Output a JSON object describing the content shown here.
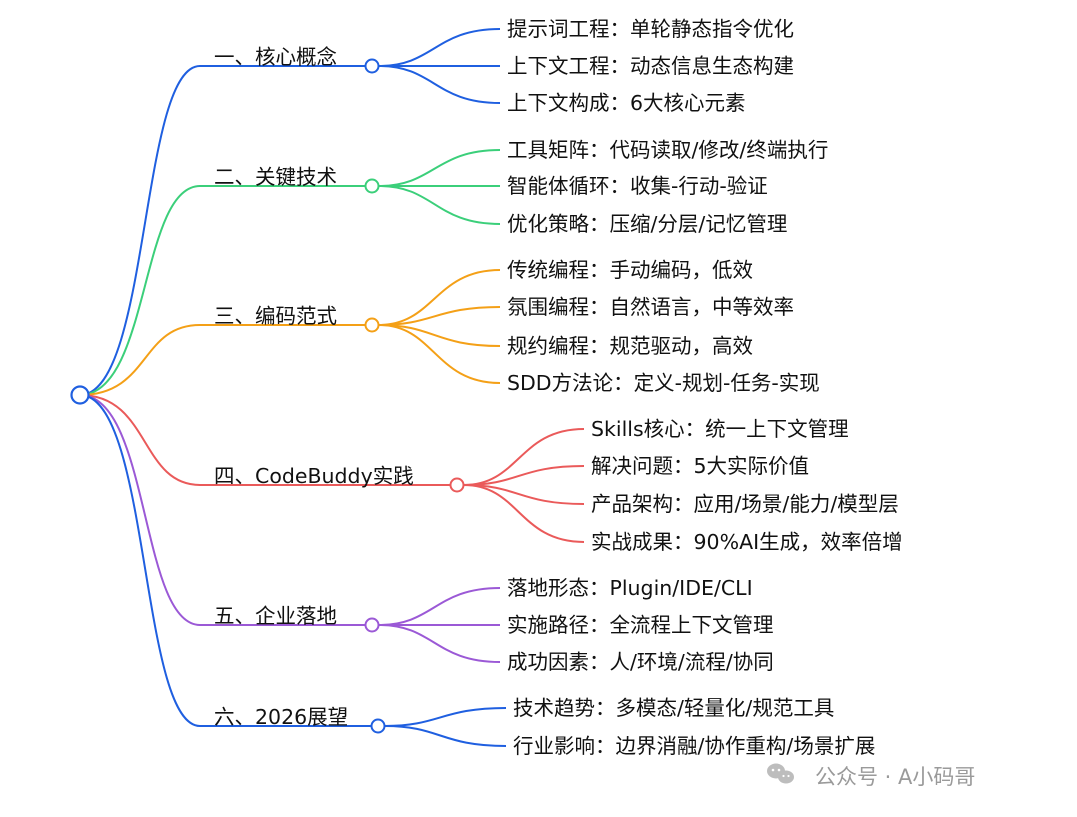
{
  "colors": {
    "blue": "#1f5fe0",
    "green": "#3bcf7a",
    "orange": "#f4a017",
    "red": "#ea5a5a",
    "purple": "#9b59d6",
    "text": "#111111",
    "watermark": "#9a9a9a"
  },
  "branches": [
    {
      "label": "一、核心概念",
      "color": "#1f5fe0",
      "children": [
        {
          "label": "提示词工程：单轮静态指令优化"
        },
        {
          "label": "上下文工程：动态信息生态构建"
        },
        {
          "label": "上下文构成：6大核心元素"
        }
      ]
    },
    {
      "label": "二、关键技术",
      "color": "#3bcf7a",
      "children": [
        {
          "label": "工具矩阵：代码读取/修改/终端执行"
        },
        {
          "label": "智能体循环：收集-行动-验证"
        },
        {
          "label": "优化策略：压缩/分层/记忆管理"
        }
      ]
    },
    {
      "label": "三、编码范式",
      "color": "#f4a017",
      "children": [
        {
          "label": "传统编程：手动编码，低效"
        },
        {
          "label": "氛围编程：自然语言，中等效率"
        },
        {
          "label": "规约编程：规范驱动，高效"
        },
        {
          "label": "SDD方法论：定义-规划-任务-实现"
        }
      ]
    },
    {
      "label": "四、CodeBuddy实践",
      "color": "#ea5a5a",
      "children": [
        {
          "label": "Skills核心：统一上下文管理"
        },
        {
          "label": "解决问题：5大实际价值"
        },
        {
          "label": "产品架构：应用/场景/能力/模型层"
        },
        {
          "label": "实战成果：90%AI生成，效率倍增"
        }
      ]
    },
    {
      "label": "五、企业落地",
      "color": "#9b59d6",
      "children": [
        {
          "label": "落地形态：Plugin/IDE/CLI"
        },
        {
          "label": "实施路径：全流程上下文管理"
        },
        {
          "label": "成功因素：人/环境/流程/协同"
        }
      ]
    },
    {
      "label": "六、2026展望",
      "color": "#1f5fe0",
      "children": [
        {
          "label": "技术趋势：多模态/轻量化/规范工具"
        },
        {
          "label": "行业影响：边界消融/协作重构/场景扩展"
        }
      ]
    }
  ],
  "watermark": {
    "text": "公众号 · A小码哥",
    "icon": "wechat-icon"
  }
}
